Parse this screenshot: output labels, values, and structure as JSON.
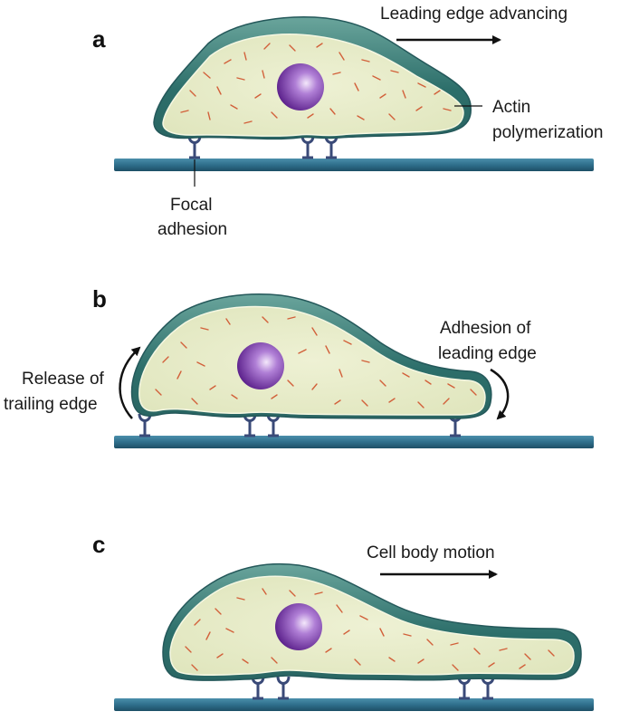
{
  "colors": {
    "substrate": "#2f6f8c",
    "substrate_dark": "#1d4f66",
    "cortex": "#2c6e6a",
    "cortex_light": "#5f9e96",
    "cytoplasm": "#e8ecc9",
    "cytoplasm_edge": "#f3f5df",
    "actin": "#d2603a",
    "nucleus": "#6a2a9a",
    "nucleus_light": "#d9b8ee",
    "adhesion": "#3a4a78",
    "arrow": "#111111"
  },
  "panels": [
    {
      "id": "a",
      "letter": "a",
      "labels": {
        "motion": "Leading edge advancing",
        "actin_line1": "Actin",
        "actin_line2": "polymerization",
        "focal_line1": "Focal",
        "focal_line2": "adhesion"
      }
    },
    {
      "id": "b",
      "letter": "b",
      "labels": {
        "release_line1": "Release of",
        "release_line2": "trailing edge",
        "adhesion_line1": "Adhesion of",
        "adhesion_line2": "leading edge"
      }
    },
    {
      "id": "c",
      "letter": "c",
      "labels": {
        "motion": "Cell body motion"
      }
    }
  ],
  "icons": {
    "nucleus": "nucleus-icon",
    "focal_adhesion": "focal-adhesion-icon",
    "arrow": "arrow-icon"
  }
}
